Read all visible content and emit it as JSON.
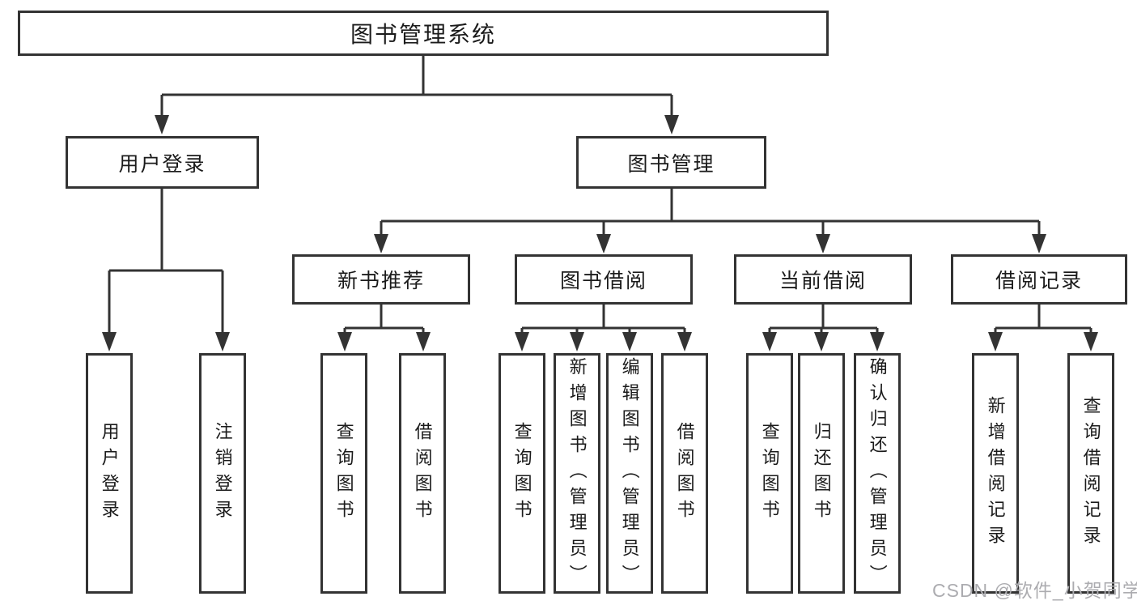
{
  "tree": {
    "label": "图书管理系统",
    "children": [
      {
        "label": "用户登录",
        "children": [
          {
            "label": "用户登录"
          },
          {
            "label": "注销登录"
          }
        ]
      },
      {
        "label": "图书管理",
        "children": [
          {
            "label": "新书推荐",
            "children": [
              {
                "label": "查询图书"
              },
              {
                "label": "借阅图书"
              }
            ]
          },
          {
            "label": "图书借阅",
            "children": [
              {
                "label": "查询图书"
              },
              {
                "label": "新增图书（管理员）"
              },
              {
                "label": "编辑图书（管理员）"
              },
              {
                "label": "借阅图书"
              }
            ]
          },
          {
            "label": "当前借阅",
            "children": [
              {
                "label": "查询图书"
              },
              {
                "label": "归还图书"
              },
              {
                "label": "确认归还（管理员）"
              }
            ]
          },
          {
            "label": "借阅记录",
            "children": [
              {
                "label": "新增借阅记录"
              },
              {
                "label": "查询借阅记录"
              }
            ]
          }
        ]
      }
    ]
  },
  "watermark": {
    "text": "CSDN @软件_小贺同学"
  },
  "colors": {
    "line": "#333333",
    "text": "#1b1b1b",
    "background": "#ffffff",
    "watermark": "#acacb0"
  }
}
